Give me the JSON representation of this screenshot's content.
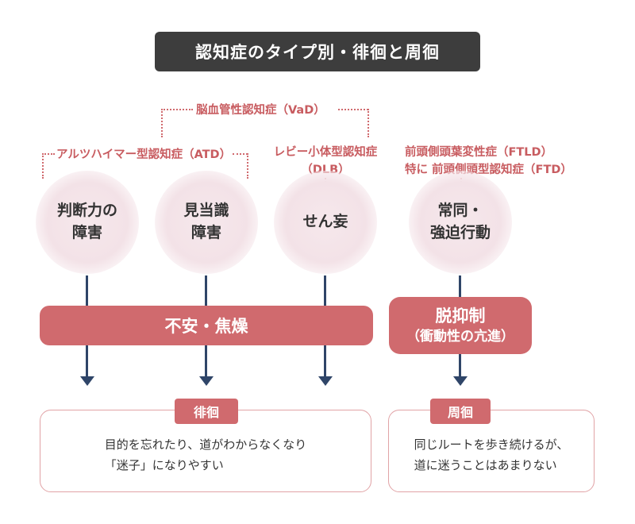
{
  "title": "認知症のタイプ別・徘徊と周徊",
  "types": {
    "vad": "脳血管性認知症（VaD）",
    "atd": "アルツハイマー型認知症（ATD）",
    "dlb_line1": "レビー小体型認知症",
    "dlb_line2": "（DLB）",
    "ftld_line1": "前頭側頭葉変性症（FTLD）",
    "ftld_line2": "特に 前頭側頭型認知症（FTD）"
  },
  "symptoms": {
    "judgment": "判断力の\n障害",
    "visuospatial": "見当識\n障害",
    "delirium": "せん妄",
    "stereotypy": "常同・\n強迫行動"
  },
  "bars": {
    "anxiety": "不安・焦燥",
    "disinhibition_title": "脱抑制",
    "disinhibition_sub": "（衝動性の亢進）"
  },
  "results": {
    "wandering_tag": "徘徊",
    "wandering_text": "目的を忘れたり、道がわからなくなり\n「迷子」になりやすい",
    "roaming_tag": "周徊",
    "roaming_text": "同じルートを歩き続けるが、\n道に迷うことはあまりない"
  },
  "colors": {
    "accent": "#d06a6e",
    "arrow": "#2f4568",
    "title_bg": "#3d3d3d"
  }
}
